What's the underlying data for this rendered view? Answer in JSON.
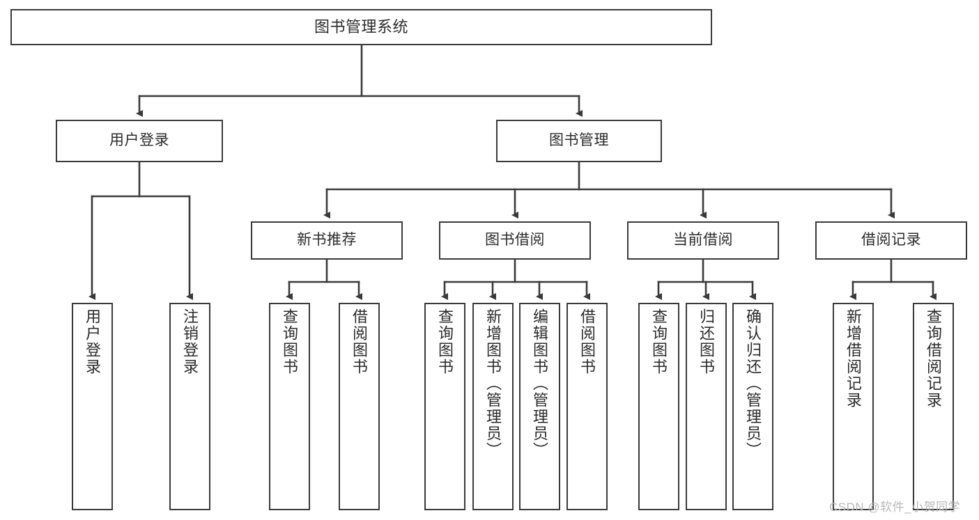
{
  "diagram": {
    "title": "图书管理系统",
    "type": "hierarchy-tree",
    "orientation": "top-down",
    "colors": {
      "node_border": "#3a3a3a",
      "node_fill": "#ffffff",
      "connector": "#3a3a3a",
      "text": "#2b2b2b",
      "watermark": "#b9b9b9",
      "background": "#ffffff"
    },
    "watermark": "CSDN @软件_小贺同学"
  },
  "nodes": {
    "root": {
      "label": "图书管理系统"
    },
    "level1": [
      {
        "id": "user-login",
        "label": "用户登录"
      },
      {
        "id": "book-manage",
        "label": "图书管理"
      }
    ],
    "level2": [
      {
        "id": "new-book-recommend",
        "label": "新书推荐"
      },
      {
        "id": "book-borrow",
        "label": "图书借阅"
      },
      {
        "id": "current-borrow",
        "label": "当前借阅"
      },
      {
        "id": "borrow-record",
        "label": "借阅记录"
      }
    ],
    "leaves": {
      "user-login": [
        {
          "id": "leaf-user-login",
          "label": "用户登录"
        },
        {
          "id": "leaf-logout-login",
          "label": "注销登录"
        }
      ],
      "new-book-recommend": [
        {
          "id": "leaf-query-book-1",
          "label": "查询图书"
        },
        {
          "id": "leaf-borrow-book-1",
          "label": "借阅图书"
        }
      ],
      "book-borrow": [
        {
          "id": "leaf-query-book-2",
          "label": "查询图书"
        },
        {
          "id": "leaf-add-book",
          "label": "新增图书（管理员）"
        },
        {
          "id": "leaf-edit-book",
          "label": "编辑图书（管理员）"
        },
        {
          "id": "leaf-borrow-book-2",
          "label": "借阅图书"
        }
      ],
      "current-borrow": [
        {
          "id": "leaf-query-book-3",
          "label": "查询图书"
        },
        {
          "id": "leaf-return-book",
          "label": "归还图书"
        },
        {
          "id": "leaf-confirm-return",
          "label": "确认归还（管理员）"
        }
      ],
      "borrow-record": [
        {
          "id": "leaf-add-record",
          "label": "新增借阅记录"
        },
        {
          "id": "leaf-query-record",
          "label": "查询借阅记录"
        }
      ]
    }
  }
}
